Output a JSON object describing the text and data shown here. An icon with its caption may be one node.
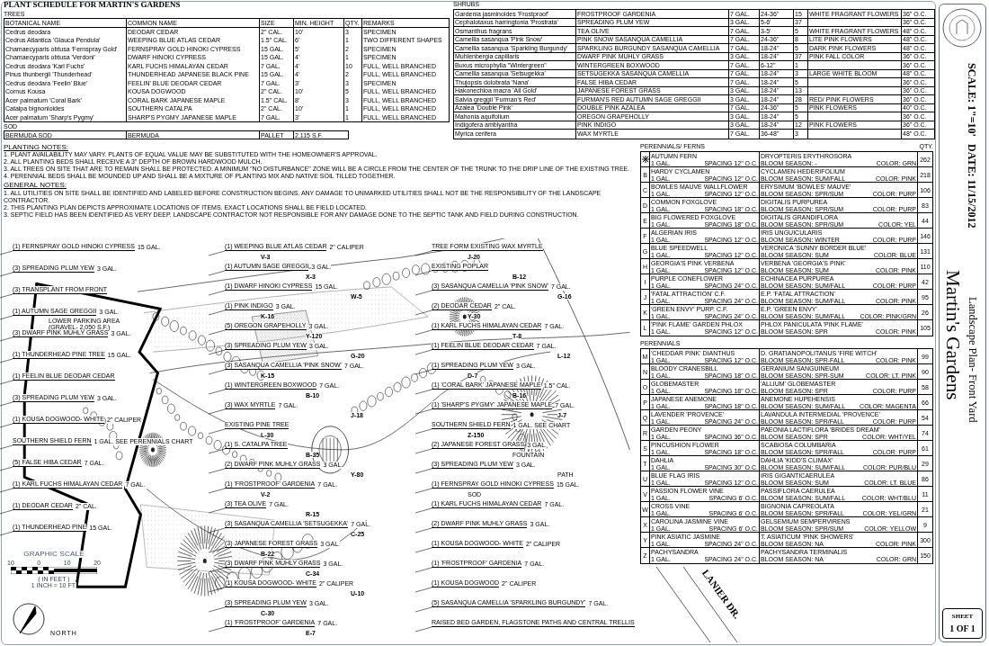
{
  "diagram": {
    "title": "Martin's Gardens",
    "nodes": [
      {
        "text": [
          "SOUTHERN SHIELD FERN",
          "1 GAL. SEE PERENNIALS CHART"
        ]
      },
      {
        "text": [
          "(5) FALSE HIBA CEDAR",
          "7 GAL."
        ]
      },
      {
        "text": [
          "(1) KARL FUCHS HIMALAYAN CEDAR",
          "7 GAL."
        ]
      },
      {
        "text": [
          "(1) DEODAR CEDAR",
          "2\" CAL."
        ]
      },
      {
        "text": [
          "(1) THUNDERHEAD PINE",
          "15 GAL."
        ]
      },
      {
        "text": [
          "(1) WEEPING BLUE ATLAS CEDAR",
          "2\" CALIPER"
        ]
      },
      {
        "text": [
          "(1) S. CATALPA TREE"
        ]
      },
      {
        "text": [
          "(2) DWARF PINK MUHLY GRASS",
          "3 GAL."
        ]
      },
      {
        "text": [
          "(1) 'FROSTPROOF' GARDENIA",
          "7 GAL."
        ]
      },
      {
        "text": [
          "(3) TEA OLIVE",
          "7 GAL."
        ]
      },
      {
        "text": [
          "(3) SASANQUA CAMELLIA 'SETSUGEKKA'",
          "7 GAL."
        ]
      },
      {
        "text": [
          "RAISED BED GARDEN, FLAGSTONE PATHS AND CENTRAL TRELLIS"
        ]
      },
      {
        "text": [
          "(3) SASANQUA CAMELLIA 'PINK SNOW'",
          "7 GAL."
        ]
      },
      {
        "text": [
          "(1) WINTERGREEN BOXWOOD",
          "7 GAL."
        ]
      },
      {
        "text": [
          "(3) WAX MYRTLE",
          "7 GAL."
        ]
      },
      {
        "text": [
          "EXISTING PINE TREE"
        ]
      },
      {
        "text": [
          "(2) JAPANESE FOREST GRASS",
          "3 GAL."
        ]
      },
      {
        "text": [
          "(3) SPREADING PLUM YEW",
          "3 GAL."
        ]
      },
      {
        "text": [
          "(1) FERNSPRAY GOLD HINOKI CYPRESS",
          "15 GAL."
        ]
      },
      {
        "text": [
          "(1) KARL FUCHS HIMALAYAN CEDAR",
          "7 GAL."
        ]
      },
      {
        "text": [
          "(2) DWARF PINK MUHLY GRASS",
          "3 GAL."
        ]
      },
      {
        "text": [
          "(1) KOUSA DOGWOOD- WHITE",
          "2\" CALIPER"
        ]
      },
      {
        "text": [
          "(1) 'FROSTPROOF' GARDENIA",
          "7 GAL."
        ]
      },
      {
        "text": [
          "(1) AUTUMN SAGE GREGGII",
          "3 GAL."
        ]
      },
      {
        "text": [
          "(1) DWARF HINOKI CYPRESS",
          "15 GAL."
        ]
      },
      {
        "text": [
          "(1) PINK INDIGO",
          "3 GAL."
        ]
      },
      {
        "text": [
          "(5) OREGON GRAPEHOLLY",
          "3 GAL."
        ]
      },
      {
        "text": [
          "(3) SPREADING PLUM YEW",
          "3 GAL."
        ]
      },
      {
        "text": [
          "(3) JAPANESE FOREST GRASS",
          "3 GAL."
        ]
      },
      {
        "text": [
          "(3) DWARF PINK MUHLY GRASS",
          "3 GAL."
        ]
      },
      {
        "text": [
          "(1) KOUSA DOGWOOD- WHITE",
          "2\" CALIPER"
        ]
      },
      {
        "text": [
          "(3) SPREADING PLUM YEW",
          "3 GAL."
        ]
      },
      {
        "text": [
          "(3) SASANQUA CAMELLIA 'PINK SNOW'",
          "7 GAL."
        ]
      },
      {
        "text": [
          "(2) DEODAR CEDAR",
          "2\" CAL."
        ]
      },
      {
        "text": [
          "(1) KARL FUCHS HIMALAYAN CEDAR",
          "7 GAL."
        ]
      },
      {
        "text": [
          "(1) FEELIN BLUE DEODAR CEDAR",
          "7 GAL."
        ]
      },
      {
        "text": [
          "(1) SPREADING PLUM YEW",
          "3 GAL."
        ]
      },
      {
        "text": [
          "(1) 'CORAL BARK' JAPANESE MAPLE",
          "1.5\" CAL."
        ]
      },
      {
        "text": [
          "(1) 'SHARP'S PYGMY' JAPANESE MAPLE",
          "7 GAL."
        ]
      },
      {
        "text": [
          "SOUTHERN SHIELD FERN",
          "1 GAL. SEE CHART"
        ]
      },
      {
        "text": [
          "(1) AUTUMN SAGE GREGGII",
          "3 GAL."
        ]
      },
      {
        "text": [
          "(3) DWARF PINK MUHLY GRASS",
          "3 GAL."
        ]
      },
      {
        "text": [
          "(1) THUNDERHEAD PINE TREE",
          "15 GAL."
        ]
      },
      {
        "text": [
          "(1) FERNSPRAY GOLD HINOKI CYPRESS",
          "15 GAL."
        ]
      },
      {
        "text": [
          "(3) SPREADING PLUM YEW",
          "3 GAL."
        ]
      },
      {
        "text": [
          "(3) TRANSPLANT FROM FRONT"
        ]
      },
      {
        "text": [
          "(1) FEELIN BLUE DEODAR CEDAR"
        ]
      },
      {
        "text": [
          "(3) SPREADING PLUM YEW",
          "3 GAL."
        ]
      },
      {
        "text": [
          "(1) KOUSA DOGWOOD- WHITE",
          "2\" CALIPER"
        ]
      },
      {
        "text": [
          "(1) 'FROSTPROOF' GARDENIA",
          "7 GAL."
        ]
      },
      {
        "text": [
          "(1) KOUSA DOGWOOD",
          "2\" CALIPER"
        ]
      },
      {
        "text": [
          "(5) SASANQUA CAMELLIA 'SPARKLING BURGUNDY'",
          "7 GAL."
        ]
      },
      {
        "text": [
          "TREE FORM EXISTING WAX MYRTLE"
        ]
      },
      {
        "text": [
          "EXISTING POPLAR"
        ]
      }
    ],
    "edges": [
      {
        "from": 0,
        "to": null,
        "arrow": "none"
      },
      {
        "from": 1,
        "to": null,
        "arrow": "none"
      },
      {
        "from": 2,
        "to": null,
        "arrow": "none"
      },
      {
        "from": 3,
        "to": null,
        "arrow": "none"
      },
      {
        "from": 4,
        "to": null,
        "arrow": "none"
      },
      {
        "from": 5,
        "to": null,
        "arrow": "none"
      },
      {
        "from": 6,
        "to": null,
        "arrow": "none"
      },
      {
        "from": 7,
        "to": null,
        "arrow": "none"
      },
      {
        "from": 8,
        "to": null,
        "arrow": "none"
      },
      {
        "from": 9,
        "to": null,
        "arrow": "none"
      },
      {
        "from": 10,
        "to": null,
        "arrow": "none"
      },
      {
        "from": 11,
        "to": null,
        "arrow": "none"
      },
      {
        "from": 12,
        "to": null,
        "arrow": "none"
      },
      {
        "from": 13,
        "to": null,
        "arrow": "none"
      },
      {
        "from": 14,
        "to": null,
        "arrow": "none"
      },
      {
        "from": 15,
        "to": null,
        "arrow": "none"
      },
      {
        "from": 16,
        "to": null,
        "arrow": "none"
      },
      {
        "from": 17,
        "to": null,
        "arrow": "none"
      },
      {
        "from": 18,
        "to": null,
        "arrow": "none"
      },
      {
        "from": 19,
        "to": null,
        "arrow": "none"
      },
      {
        "from": 20,
        "to": null,
        "arrow": "none"
      },
      {
        "from": 21,
        "to": null,
        "arrow": "none"
      },
      {
        "from": 22,
        "to": null,
        "arrow": "none"
      },
      {
        "from": 23,
        "to": null,
        "arrow": "none"
      },
      {
        "from": 24,
        "to": null,
        "arrow": "none"
      },
      {
        "from": 25,
        "to": null,
        "arrow": "none"
      },
      {
        "from": 26,
        "to": null,
        "arrow": "none"
      },
      {
        "from": 27,
        "to": null,
        "arrow": "none"
      },
      {
        "from": 28,
        "to": null,
        "arrow": "none"
      },
      {
        "from": 29,
        "to": null,
        "arrow": "none"
      },
      {
        "from": 30,
        "to": null,
        "arrow": "none"
      },
      {
        "from": 31,
        "to": null,
        "arrow": "none"
      },
      {
        "from": 32,
        "to": null,
        "arrow": "none"
      },
      {
        "from": 33,
        "to": null,
        "arrow": "none"
      },
      {
        "from": 34,
        "to": null,
        "arrow": "none"
      },
      {
        "from": 35,
        "to": null,
        "arrow": "none"
      },
      {
        "from": 36,
        "to": null,
        "arrow": "none"
      },
      {
        "from": 37,
        "to": null,
        "arrow": "none"
      },
      {
        "from": 38,
        "to": null,
        "arrow": "none"
      },
      {
        "from": 39,
        "to": null,
        "arrow": "none"
      },
      {
        "from": 40,
        "to": null,
        "arrow": "none"
      },
      {
        "from": 41,
        "to": null,
        "arrow": "none"
      },
      {
        "from": 42,
        "to": null,
        "arrow": "none"
      },
      {
        "from": 43,
        "to": null,
        "arrow": "none"
      },
      {
        "from": 44,
        "to": null,
        "arrow": "none"
      },
      {
        "from": 45,
        "to": null,
        "arrow": "none"
      },
      {
        "from": 46,
        "to": null,
        "arrow": "none"
      },
      {
        "from": 47,
        "to": null,
        "arrow": "none"
      },
      {
        "from": 48,
        "to": null,
        "arrow": "none"
      },
      {
        "from": 49,
        "to": null,
        "arrow": "none"
      },
      {
        "from": 50,
        "to": null,
        "arrow": "none"
      },
      {
        "from": 51,
        "to": null,
        "arrow": "none"
      },
      {
        "from": 52,
        "to": null,
        "arrow": "none"
      },
      {
        "from": 53,
        "to": null,
        "arrow": "none"
      }
    ],
    "labels": [
      "PLANT SCHEDULE FOR MARTIN'S GARDENS",
      "TREES",
      "BOTANICAL NAME",
      "COMMON NAME",
      "SIZE",
      "MIN. HEIGHT",
      "QTY.",
      "REMARKS",
      "Cedrus deodara",
      "DEODAR CEDAR",
      "2\" CAL.",
      "10'",
      "3",
      "SPECIMEN",
      "Cedrus Atlantica 'Glauca Pendula'",
      "WEEPING BLUE ATLAS CEDAR",
      "1.5\" CAL.",
      "6'",
      "1",
      "TWO DIFFERENT SHAPES",
      "Chamaecyparis obtusa 'Fernspray Gold'",
      "FERNSPRAY GOLD HINOKI CYPRESS",
      "15 GAL.",
      "5'",
      "2",
      "SPECIMEN",
      "Chamaecyparis obtusa 'Verdoni'",
      "DWARF HINOKI CYPRESS",
      "15 GAL.",
      "4'",
      "1",
      "SPECIMEN",
      "Cedrus deodara 'Karl Fuchs'",
      "KARL FUCHS HIMALAYAN CEDAR",
      "7 GAL.",
      "4'",
      "10",
      "FULL, WELL BRANCHED",
      "Pinus thunbergii 'Thunderhead'",
      "THUNDERHEAD JAPANESE BLACK PINE",
      "15 GAL.",
      "4'",
      "2",
      "FULL, WELL BRANCHED",
      "Cedrus deodara 'Feelin' Blue'",
      "FEELIN' BLUE DEODAR CEDAR",
      "7 GAL.",
      "3'",
      "3",
      "SPECIMEN",
      "Cornus Kousa",
      "KOUSA DOGWOOD",
      "2\" CAL.",
      "10'",
      "5",
      "FULL, WELL BRANCHED",
      "Acer palmatum 'Coral Bark'",
      "CORAL BARK JAPANESE MAPLE",
      "1.5\" CAL.",
      "8'",
      "3",
      "FULL, WELL BRANCHED",
      "Catalpa bignonioides",
      "SOUTHERN CATALPA",
      "2\" CAL.",
      "10'",
      "1",
      "FULL, WELL BRANCHED",
      "Acer palmatum 'Sharp's Pygmy'",
      "SHARP'S PYGMY JAPANESE MAPLE",
      "7 GAL.",
      "3'",
      "1",
      "FULL, WELL BRANCHED",
      "SOD",
      "BERMUDA SOD",
      "BERMUDA",
      "PALLET",
      "2,115 S.F.",
      "PLANTING NOTES:",
      "1. PLANT AVAILABILITY MAY VARY. PLANTS OF EQUAL VALUE MAY BE SUBSTITUTED WITH THE HOMEOWNER'S APPROVAL.",
      "2. ALL PLANTING BEDS SHALL RECEIVE A 3\" DEPTH OF BROWN HARDWOOD MULCH.",
      "3. ALL TREES ON SITE THAT ARE TO REMAIN SHALL BE PROTECTED. A MINIMUM \"NO DISTURBANCE\" ZONE WILL BE A CIRCLE FROM THE CENTER OF THE TRUNK TO THE DRIP LINE OF THE EXISTING TREE.",
      "4. PERENNIAL BEDS SHALL BE MOUNDED UP AND SHALL BE A MIXTURE OF PLANTING MIX AND NATIVE SOIL TILLED TOGETHER.",
      "GENERAL NOTES:",
      "1. ALL UTILITIES ON SITE SHALL BE IDENTIFIED AND LABELED BEFORE CONSTRUCTION BEGINS. ANY DAMAGE TO UNMARKED UTILITIES SHALL NOT BE THE RESPONSIBILITY OF THE LANDSCAPE CONTRACTOR.",
      "2. THIS PLANTING PLAN DEPICTS APPROXIMATE LOCATIONS OF ITEMS. EXACT LOCATIONS SHALL BE FIELD LOCATED.",
      "3. SEPTIC FIELD HAS BEEN IDENTIFIED AS VERY DEEP. LANDSCAPE CONTRACTOR NOT RESPONSIBLE FOR ANY DAMAGE DONE TO THE SEPTIC TANK AND FIELD DURING CONSTRUCTION.",
      "SHRUBS",
      "Gardenia jasminoides 'Frostproof'",
      "FROSTPROOF GARDENIA",
      "7 GAL.",
      "24-36\"",
      "15",
      "WHITE FRAGRANT FLOWERS",
      "36\" O.C.",
      "Cephalotaxus harringtonia 'Prostrata'",
      "SPREADING PLUM YEW",
      "3 GAL.",
      "5-6'",
      "37",
      "36\" O.C.",
      "Osmanthus fragrans",
      "TEA OLIVE",
      "7 GAL.",
      "3-5'",
      "5",
      "WHITE FRAGRANT FLOWERS",
      "48\" O.C.",
      "Camellia sasanqua 'Pink Snow'",
      "PINK SNOW SASANQUA CAMELLIA",
      "7 GAL.",
      "24-36\"",
      "8",
      "LITE PINK FLOWERS",
      "48\" O.C.",
      "Camellia sasanqua 'Sparkling Burgundy'",
      "SPARKLING BURGUNDY SASANQUA CAMELLIA",
      "7 GAL.",
      "18-24\"",
      "5",
      "DARK PINK FLOWERS",
      "48\" O.C.",
      "Muhlenbergia capillaris",
      "DWARF PINK MUHLY GRASS",
      "3 GAL.",
      "18-24\"",
      "37",
      "PINK FALL COLOR",
      "36\" O.C.",
      "Buxus microphylla \"Wintergreen\"",
      "WINTERGREEN BOXWOOD",
      "7 GAL.",
      "6-12\"",
      "1",
      "36\" O.C.",
      "Camellia sasanqua 'Setsugekka'",
      "SETSUGEKKA SASANQUA CAMELLIA",
      "7 GAL.",
      "18-24\"",
      "3",
      "LARGE WHITE BLOOM",
      "48\" O.C.",
      "Thujopsis dolobrata 'Nana'",
      "FALSE HIBA CEDAR",
      "7 GAL.",
      "18-24\"",
      "5",
      "36\" O.C.",
      "Hakonechloa macra 'All Gold'",
      "JAPANESE FOREST GRASS",
      "3 GAL.",
      "18-24\"",
      "13",
      "36\" O.C.",
      "Salvia greggii 'Furman's Red'",
      "FURMAN'S RED AUTUMN SAGE GREGGII",
      "3 GAL.",
      "18-24\"",
      "28",
      "RED/ PINK FLOWERS",
      "36\" O.C.",
      "Azalea 'Double Pink'",
      "DOUBLE PINK AZALEA",
      "7 GAL.",
      "24-36\"",
      "5",
      "PINK FLOWERS",
      "40\" O.C.",
      "Mahonia aquifolium",
      "OREGON GRAPEHOLLY",
      "3 GAL.",
      "18-24\"",
      "5",
      "36\" O.C.",
      "Indigofera amblyantha",
      "PINK INDIGO",
      "3 GAL.",
      "18-24\"",
      "12",
      "PINK FLOWERS",
      "36\" O.C.",
      "Myrica cerifera",
      "WAX MYRTLE",
      "7 GAL.",
      "36-48\"",
      "3",
      "48\" O.C.",
      "PERENNIALS/ FERNS",
      "QTY.",
      "AUTUMN FERN",
      "1 GAL.",
      "SPACING 12\" O.C.",
      "DRYOPTERIS ERYTHROSORA",
      "BLOOM SEASON: -",
      "COLOR: GRN",
      "262",
      "B",
      "HARDY CYCLAMEN",
      "1 GAL.",
      "SPACING 12\" O.C.",
      "CYCLAMEN HEDERIFOLIUM",
      "BLOOM SEASON: SUM/FALL",
      "COLOR: PINK",
      "218",
      "C",
      "BOWLES MAUVE WALLFLOWER",
      "1 GAL.",
      "SPACING 12\" O.C.",
      "ERYSIMUM 'BOWLES' MAUVE'",
      "BLOOM SEASON: SPR/SUM",
      "COLOR: PURP",
      "106",
      "D",
      "COMMON FOXGLOVE",
      "1 GAL.",
      "SPACING 18\" O.C.",
      "DIGITALIS PURPUREA",
      "BLOOM SEASON: SPR/SUM",
      "COLOR: PURP",
      "83",
      "E",
      "BIG FLOWERED FOXGLOVE",
      "1 GAL.",
      "SPACING 18\" O.C.",
      "DIGITALIS GRANDIFLORA",
      "BLOOM SEASON: SPR/SUM",
      "COLOR: YEL",
      "44",
      "F",
      "ALGERIAN IRIS",
      "1 GAL.",
      "SPACING 12\" O.C.",
      "IRIS UNGUICULARIS",
      "BLOOM SEASON: WINTER",
      "COLOR: PURP",
      "146",
      "G",
      "BLUE SPEEDWELL",
      "1 GAL.",
      "SPACING 12\" O.C.",
      "VERONICA 'SUNNY BORDER BLUE'",
      "BLOOM SEASON: SUM",
      "COLOR: BLUE",
      "131",
      "H",
      "GEORGIA'S PINK VERBENA",
      "1 GAL.",
      "SPACING 12\" O.C.",
      "VERBENA 'GEORGIA'S PINK'",
      "BLOOM SEASON: SUM",
      "COLOR: PINK",
      "110",
      "I",
      "PURPLE CONEFLOWER",
      "1 GAL.",
      "SPACING 24\" O.C.",
      "ECHINACEA PURPUREA",
      "BLOOM SEASON: SUM/FALL",
      "COLOR: PURP",
      "42",
      "J",
      "'FATAL ATTRACTION' C.F.",
      "1 GAL.",
      "SPACING 24\" O.C.",
      "E.P. 'FATAL ATTRACTION'",
      "BLOOM SEASON: SUM/FALL",
      "COLOR: PINK",
      "95",
      "K",
      "'GREEN ENVY' PURP. C.F.",
      "1 GAL.",
      "SPACING 24\" O.C.",
      "E.P. 'GREEN ENVY'",
      "BLOOM SEASON: SUM/FALL",
      "COLOR: PINK/GRN",
      "26",
      "L",
      "'PINK FLAME' GARDEN PHLOX",
      "1 GAL.",
      "SPACING 12\" O.C.",
      "PHLOX PANICULATA 'PINK FLAME'",
      "BLOOM SEASON: SPR",
      "COLOR: PINK",
      "105",
      "PERENNIALS",
      "M",
      "'CHEDDAR PINK' DIANTHUS",
      "1 GAL.",
      "SPACING 12\" O.C.",
      "D. GRATIANOPOLITANUS 'FIRE WITCH'",
      "BLOOM SEASON: SPR-FALL",
      "COLOR: PINK",
      "99",
      "N",
      "BLOODY CRANESBILL",
      "1 GAL.",
      "SPACING 18\" O.C.",
      "GERANIUM SANGUINEUM",
      "BLOOM SEASON: SPR-SUM",
      "COLOR: LT. PINK",
      "90",
      "O",
      "GLOBEMASTER",
      "1 GAL.",
      "SPACING 18\" O.C.",
      "'ALLIUM' GLOBEMASTER",
      "BLOOM SEASON: SPR",
      "COLOR: PURP",
      "58",
      "P",
      "JAPANESE ANEMONE",
      "1 GAL.",
      "SPACING 18\" O.C.",
      "ANEMONE HUPEHENSIS",
      "BLOOM SEASON: SUM/FALL",
      "COLOR: MAGENTA",
      "66",
      "Q",
      "LAVENDER 'PROVENCE'",
      "1 GAL.",
      "SPACING 24\" O.C.",
      "LAVANDULA INTERMEDIAL 'PROVENCE'",
      "BLOOM SEASON: SPR/FALL",
      "COLOR: PURP",
      "54",
      "R",
      "GARDEN PEONY",
      "1 GAL.",
      "SPACING 36\" O.C.",
      "PAEONIA LACTIFLORA 'BRIDES DREAM'",
      "BLOOM SEASON: SPR",
      "COLOR: WHT/YEL",
      "74",
      "S",
      "PINCUSHION FLOWER",
      "1 GAL.",
      "SPACING 18\" O.C.",
      "SCABIOSA COLUMBARIA",
      "BLOOM SEASON: SPR/FALL",
      "COLOR: PURP",
      "61",
      "T",
      "DAHLIA",
      "1 GAL.",
      "SPACING 30\" O.C.",
      "DAHLIA 'KIDD'S CLIMAX'",
      "BLOOM SEASON: SUM/FALL",
      "COLOR: PUR/BLU",
      "29",
      "U",
      "BLUE FLAG IRIS",
      "1 GAL.",
      "SPACING 12\" O.C.",
      "IRIS GIGANTICAERULEA",
      "BLOOM SEASON: SUM",
      "COLOR: LT. BLUE",
      "86",
      "V",
      "PASSION FLOWER VINE",
      "1 GAL.",
      "SPACING 6' O.C.",
      "PASSIFLORA CAERULEA",
      "BLOOM SEASON: SUM/FALL",
      "COLOR: WHT/BLU",
      "11",
      "W",
      "CROSS VINE",
      "1 GAL.",
      "SPACING 6' O.C.",
      "BIGNONIA CAPREOLATA",
      "BLOOM SEASON: SPR/FALL",
      "COLOR: YEL/GRN",
      "21",
      "X",
      "CAROLINA JASMINE VINE",
      "1 GAL.",
      "SPACING 6' O.C.",
      "GELSEMIUM SEMPERVIRENS",
      "BLOOM SEASON: SPR/SUM",
      "COLOR: YELLOW",
      "9",
      "Y",
      "PINK ASIATIC JASMINE",
      "1 GAL.",
      "SPACING 24\" O.C.",
      "T. ASIATICUM 'PINK SHOWERS'",
      "BLOOM SEASON: NA",
      "COLOR: PINK",
      "300",
      "Z",
      "PACHYSANDRA",
      "1 GAL.",
      "SPACING 24\" O.C.",
      "PACHYSANDRA TERMINALIS",
      "BLOOM SEASON: NA",
      "COLOR: GRN",
      "150",
      "V-3",
      "X-3",
      "W-5",
      "K-16",
      "Y-120",
      "G-20",
      "K-15",
      "B-10",
      "J-18",
      "L-30",
      "B-35",
      "Y-80",
      "V-2",
      "R-15",
      "C-25",
      "B-22",
      "C-34",
      "U-10",
      "C-30",
      "E-7",
      "J-20",
      "B-12",
      "G-16",
      "Y-30",
      "T-8",
      "L-12",
      "D-7",
      "B-16",
      "J-7",
      "Z-150",
      "LANIER DR.",
      "FOUNTAIN",
      "PATH",
      "LOWER PARKING AREA",
      "(GRAVEL- 2,050 S.F.)",
      "SOD",
      "GRAPHIC SCALE",
      "10",
      "0",
      "10",
      "20",
      "( IN FEET )",
      "1 INCH = 10 FT.",
      "NORTH",
      "SCALE: 1\"=10'",
      "DATE: 11/15/2012",
      "Landscape Plan- Front Yard",
      "SHEET",
      "1 OF 1"
    ]
  }
}
